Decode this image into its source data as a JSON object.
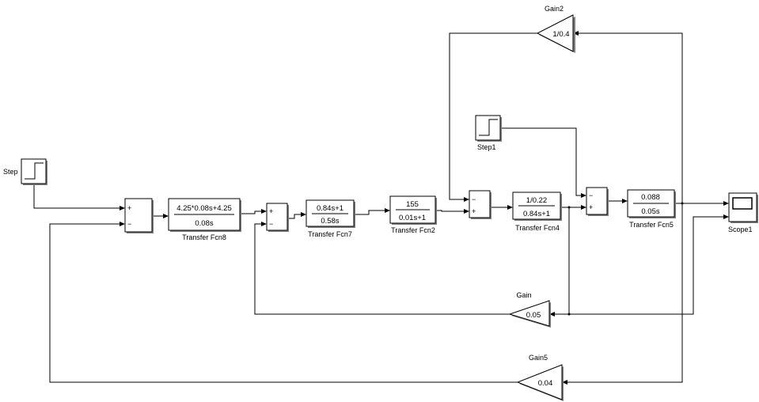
{
  "blocks": {
    "step": {
      "label": "Step"
    },
    "step1": {
      "label": "Step1"
    },
    "scope1": {
      "label": "Scope1"
    },
    "sum1": {
      "signs": [
        "+",
        "−"
      ]
    },
    "sum2": {
      "signs": [
        "+",
        "−"
      ]
    },
    "sum3": {
      "signs": [
        "−",
        "+"
      ]
    },
    "sum4": {
      "signs": [
        "−",
        "+"
      ]
    },
    "tf8": {
      "num": "4.25*0.08s+4.25",
      "den": "0.08s",
      "label": "Transfer Fcn8"
    },
    "tf7": {
      "num": "0.84s+1",
      "den": "0.58s",
      "label": "Transfer Fcn7"
    },
    "tf2": {
      "num": "155",
      "den": "0.01s+1",
      "label": "Transfer Fcn2"
    },
    "tf4": {
      "num": "1/0.22",
      "den": "0.84s+1",
      "label": "Transfer Fcn4"
    },
    "tf5": {
      "num": "0.088",
      "den": "0.05s",
      "label": "Transfer Fcn5"
    },
    "gain2": {
      "value": "1/0.4",
      "label": "Gain2"
    },
    "gain": {
      "value": "0.05",
      "label": "Gain"
    },
    "gain5": {
      "value": "0.04",
      "label": "Gain5"
    }
  }
}
